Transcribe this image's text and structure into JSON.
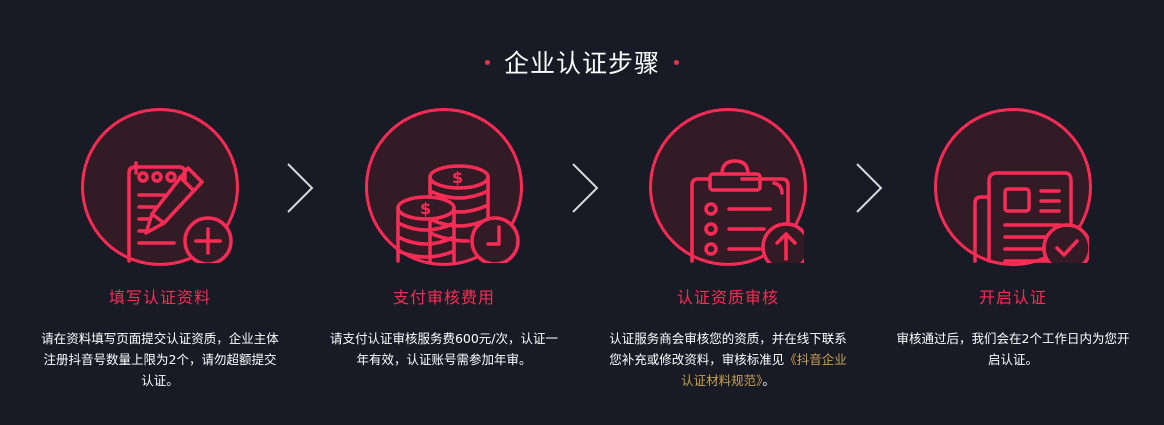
{
  "header": {
    "title": "企业认证步骤"
  },
  "colors": {
    "background": "#181a25",
    "accent": "#fe2c55",
    "circle_fill": "#331b26",
    "link": "#c8a250"
  },
  "steps": [
    {
      "icon": "notepad-pencil-plus-icon",
      "title": "填写认证资料",
      "desc": "请在资料填写页面提交认证资质，企业主体注册抖音号数量上限为2个，请勿超额提交认证。"
    },
    {
      "icon": "coins-clock-icon",
      "title": "支付审核费用",
      "desc": "请支付认证审核服务费600元/次，认证一年有效，认证账号需参加年审。"
    },
    {
      "icon": "clipboard-upload-icon",
      "title": "认证资质审核",
      "desc_before": "认证服务商会审核您的资质，并在线下联系您补充或修改资料，审核标准见",
      "link": "《抖音企业认证材料规范》",
      "desc_after": "。"
    },
    {
      "icon": "document-check-icon",
      "title": "开启认证",
      "desc": "审核通过后，我们会在2个工作日内为您开启认证。"
    }
  ]
}
